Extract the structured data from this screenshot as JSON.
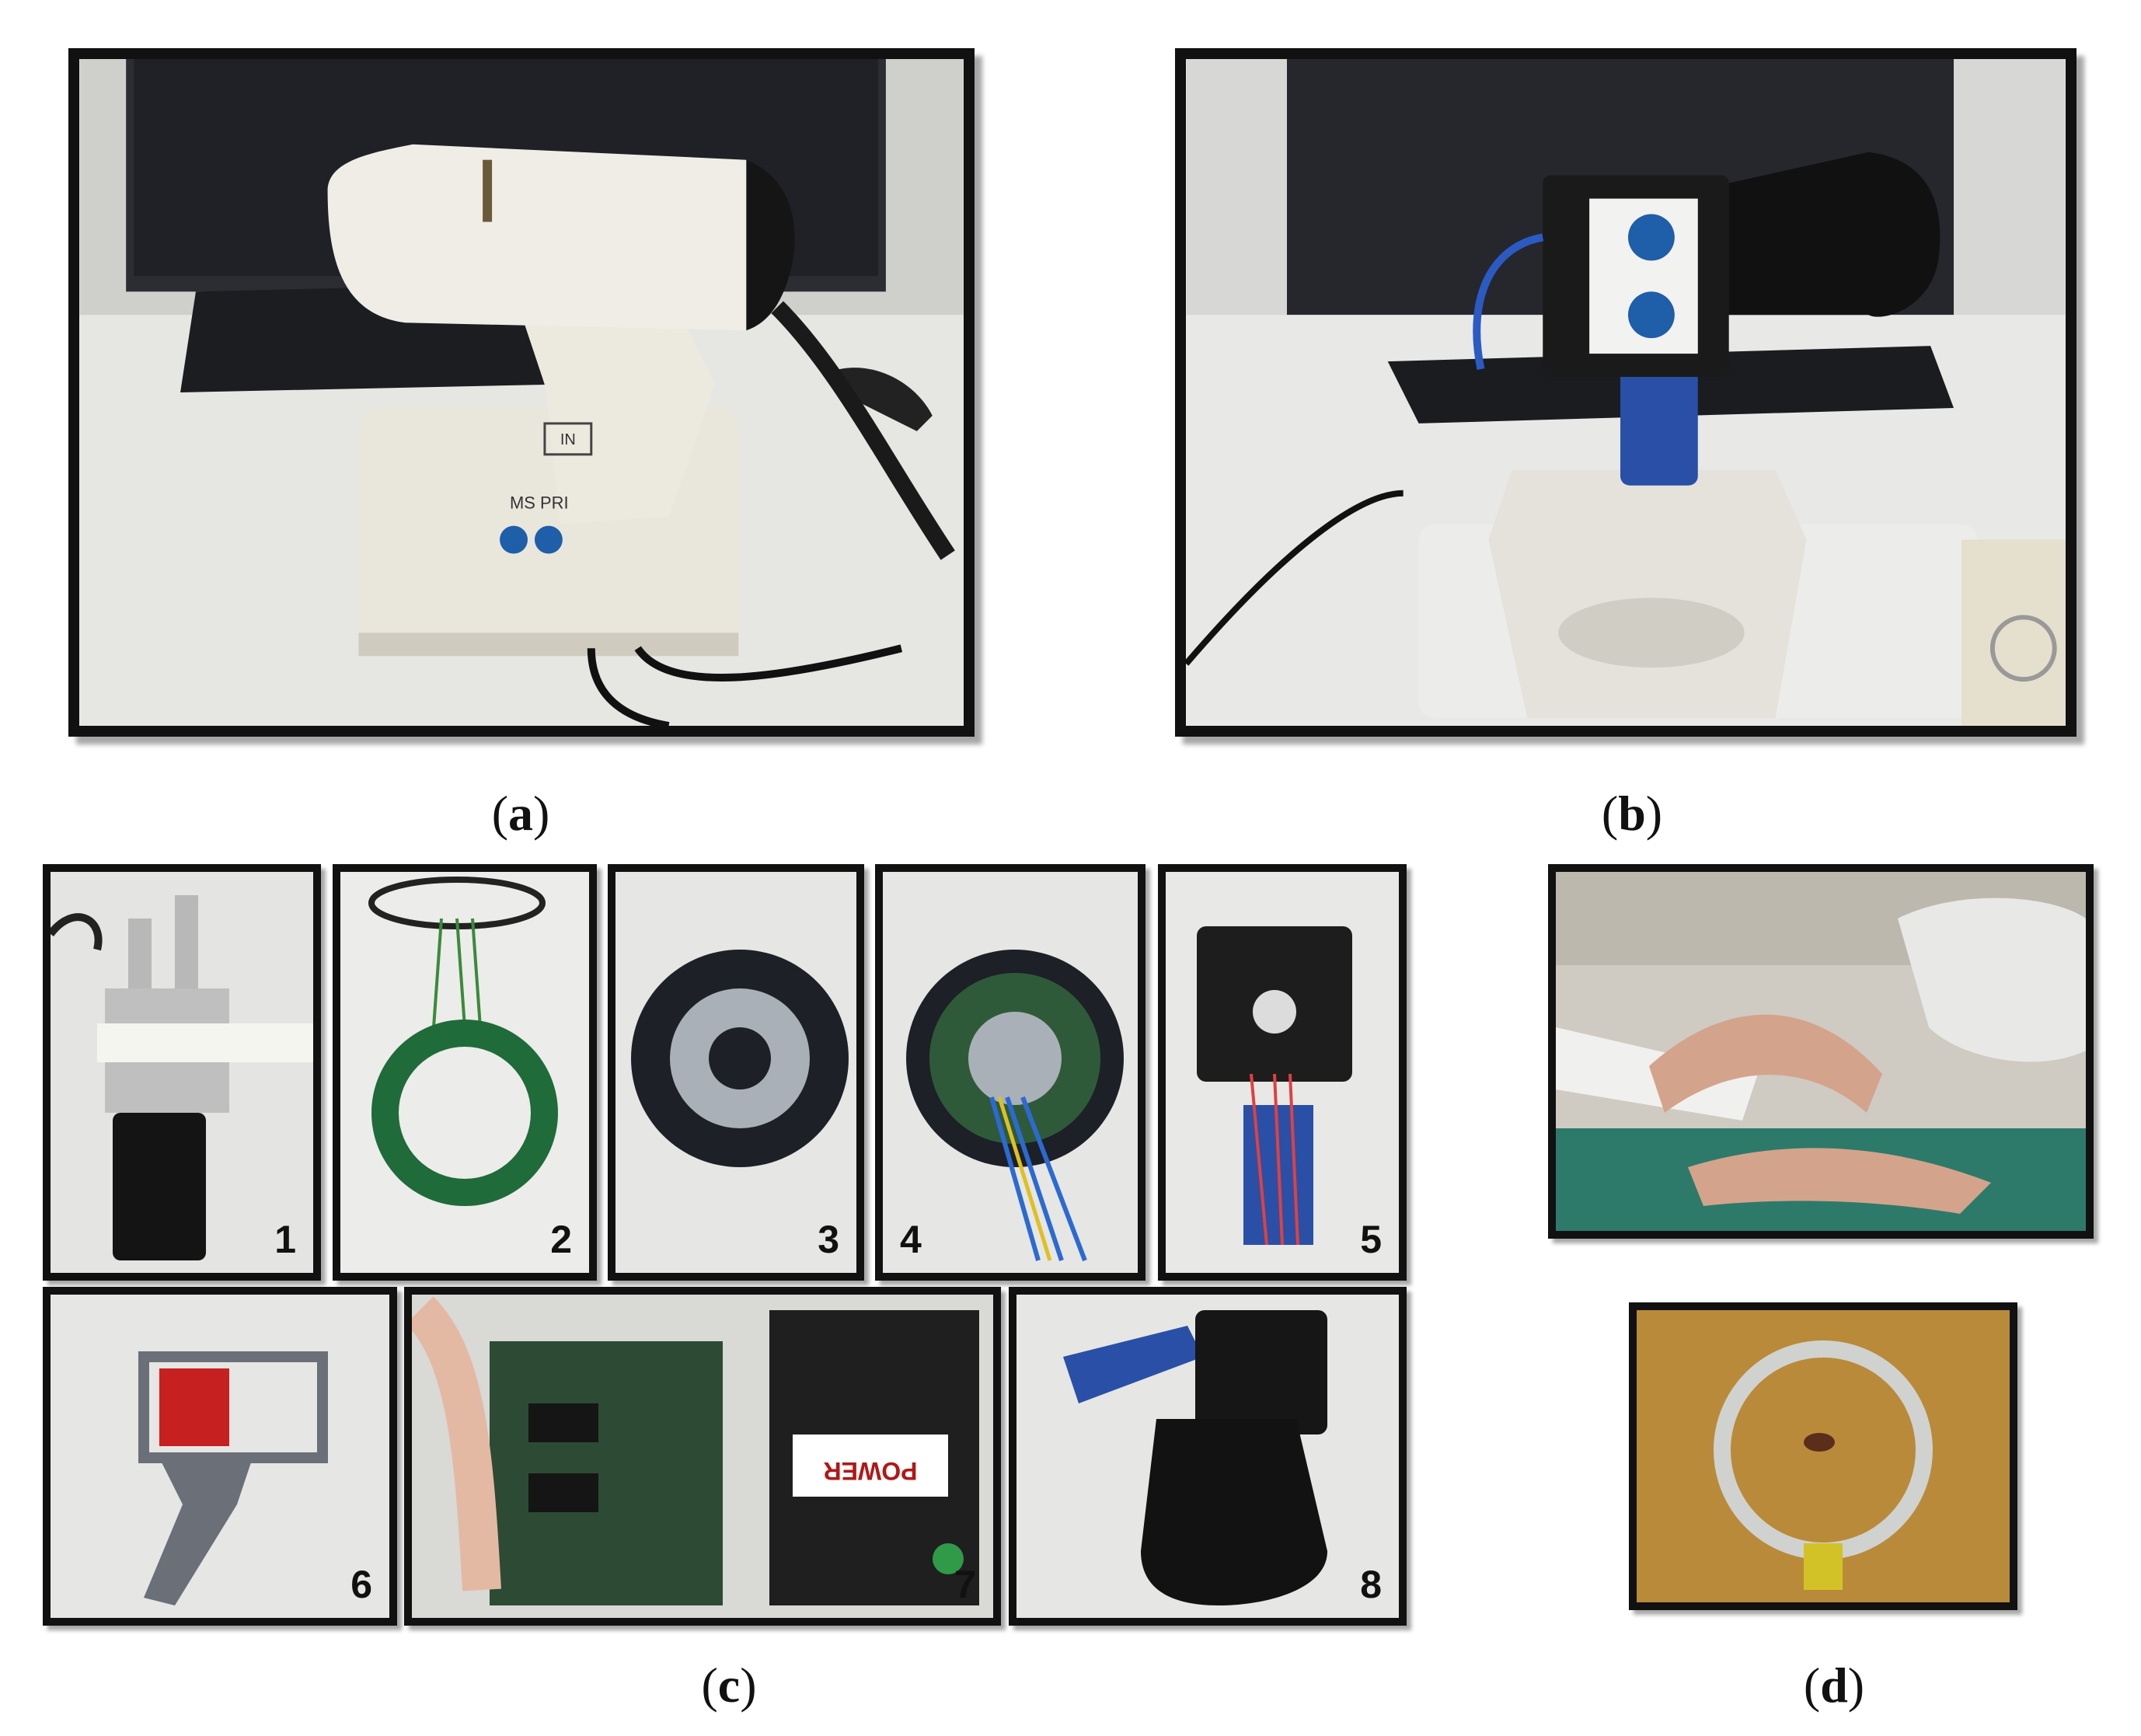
{
  "figure": {
    "panel_labels": {
      "a": {
        "open": "(",
        "letter": "a",
        "close": ")"
      },
      "b": {
        "open": "(",
        "letter": "b",
        "close": ")"
      },
      "c": {
        "open": "(",
        "letter": "c",
        "close": ")"
      },
      "d": {
        "open": "(",
        "letter": "d",
        "close": ")"
      }
    },
    "device_a_text": {
      "tag": "IN",
      "brand": "MS PRI"
    },
    "subpanels_c": [
      "1",
      "2",
      "3",
      "4",
      "5",
      "6",
      "7",
      "8"
    ],
    "adapter_text": "POWER"
  }
}
